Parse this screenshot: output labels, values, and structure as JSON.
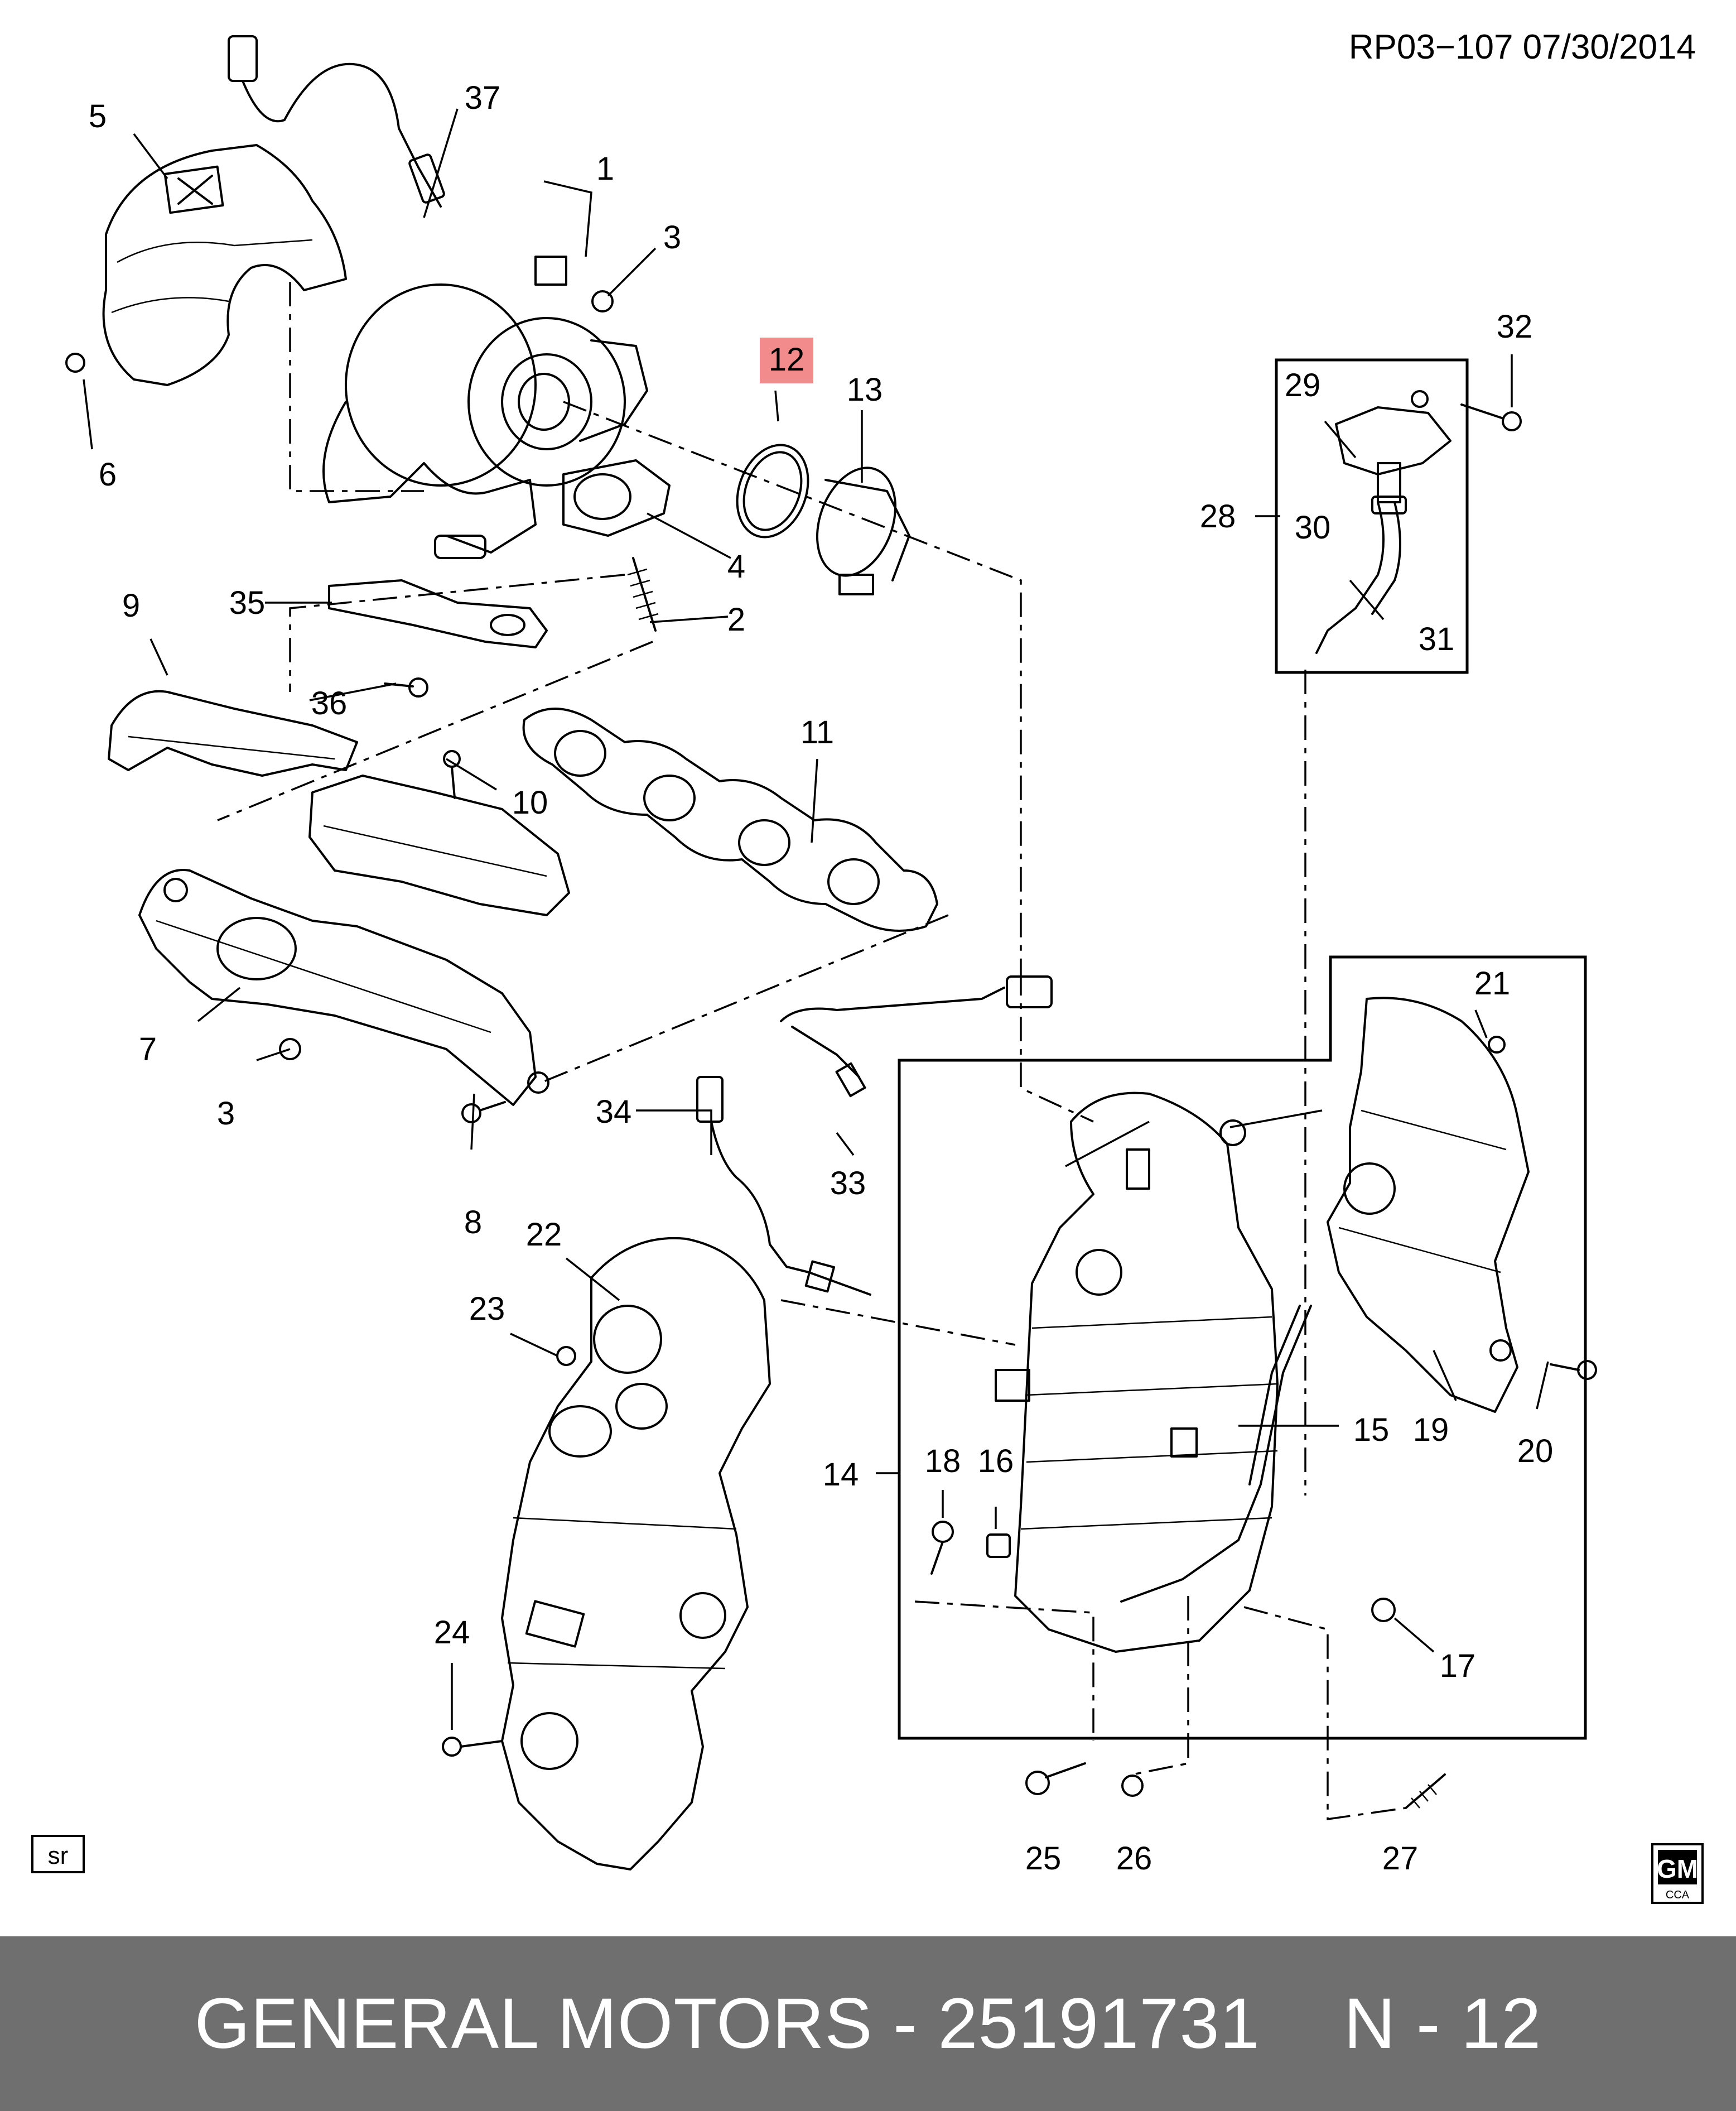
{
  "header": {
    "reference": "RP03−107  07/30/2014"
  },
  "callouts": [
    "1",
    "2",
    "3",
    "3",
    "4",
    "5",
    "6",
    "7",
    "8",
    "9",
    "10",
    "11",
    "12",
    "13",
    "14",
    "15",
    "16",
    "17",
    "18",
    "19",
    "20",
    "21",
    "22",
    "23",
    "24",
    "25",
    "26",
    "27",
    "28",
    "29",
    "30",
    "31",
    "32",
    "33",
    "34",
    "35",
    "36",
    "37"
  ],
  "highlighted_callout": "12",
  "highlight_color": "#f28b8b",
  "corner_badge": "sr",
  "logo": {
    "top": "GM",
    "bottom": "CCA"
  },
  "footer": {
    "brand": "GENERAL MOTORS",
    "separator": " - ",
    "part_number": "25191731",
    "page_ref": "N - 12"
  },
  "colors": {
    "footer_bg": "#6f6f6f",
    "footer_text": "#ffffff"
  }
}
